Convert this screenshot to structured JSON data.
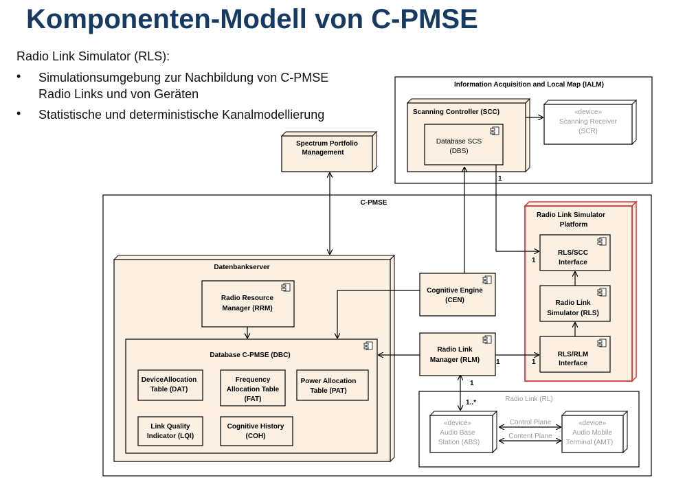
{
  "title": "Komponenten-Modell von C-PMSE",
  "intro": "Radio Link Simulator (RLS):",
  "bullets": [
    {
      "marker": "•",
      "line1": "Simulationsumgebung zur Nachbildung von C-PMSE",
      "line2": "Radio Links und von Geräten"
    },
    {
      "marker": "•",
      "line1": "Statistische und deterministische Kanalmodellierung",
      "line2": ""
    }
  ],
  "diagram": {
    "ialm": {
      "label": "Information Acquisition and Local Map (IALM)"
    },
    "scc": {
      "label": "Scanning Controller (SCC)"
    },
    "dbs": {
      "line1": "Database SCS",
      "line2": "(DBS)"
    },
    "scr": {
      "stereo": "«device»",
      "line1": "Scanning Receiver",
      "line2": "(SCR)"
    },
    "spm": {
      "line1": "Spectrum Portfolio",
      "line2": "Management"
    },
    "cpmse": {
      "label": "C-PMSE"
    },
    "rlsp": {
      "line1": "Radio Link Simulator",
      "line2": "Platform"
    },
    "rls_scc": {
      "line1": "RLS/SCC",
      "line2": "Interface"
    },
    "rls": {
      "line1": "Radio Link",
      "line2": "Simulator (RLS)"
    },
    "rls_rlm": {
      "line1": "RLS/RLM",
      "line2": "Interface"
    },
    "dbserver": {
      "label": "Datenbankserver"
    },
    "rrm": {
      "line1": "Radio Resource",
      "line2": "Manager (RRM)"
    },
    "cen": {
      "line1": "Cognitive Engine",
      "line2": "(CEN)"
    },
    "rlm": {
      "line1": "Radio Link",
      "line2": "Manager (RLM)"
    },
    "dbc": {
      "label": "Database C-PMSE  (DBC)"
    },
    "dat": {
      "line1": "DeviceAllocation",
      "line2": "Table (DAT)"
    },
    "fat": {
      "line1": "Frequency",
      "line2": "Allocation Table",
      "line3": "(FAT)"
    },
    "pat": {
      "line1": "Power Allocation",
      "line2": "Table (PAT)"
    },
    "lqi": {
      "line1": "Link Quality",
      "line2": "Indicator (LQI)"
    },
    "coh": {
      "line1": "Cognitive History",
      "line2": "(COH)"
    },
    "rl": {
      "label": "Radio Link (RL)"
    },
    "abs": {
      "stereo": "«device»",
      "line1": "Audio Base",
      "line2": "Station (ABS)"
    },
    "amt": {
      "stereo": "«device»",
      "line1": "Audio Mobile",
      "line2": "Terminal (AMT)"
    },
    "control_plane": "Control Plane",
    "content_plane": "Content Plane",
    "mult_dbs": "1",
    "mult_rls_scc": "1",
    "mult_rlm_right": "1",
    "mult_rls_rlm": "1",
    "mult_rlm_down": "1",
    "mult_abs": "1..*"
  },
  "colors": {
    "title": "#173a63",
    "box_fill": "#fbf0e2",
    "highlight_border": "#d43a3a"
  }
}
